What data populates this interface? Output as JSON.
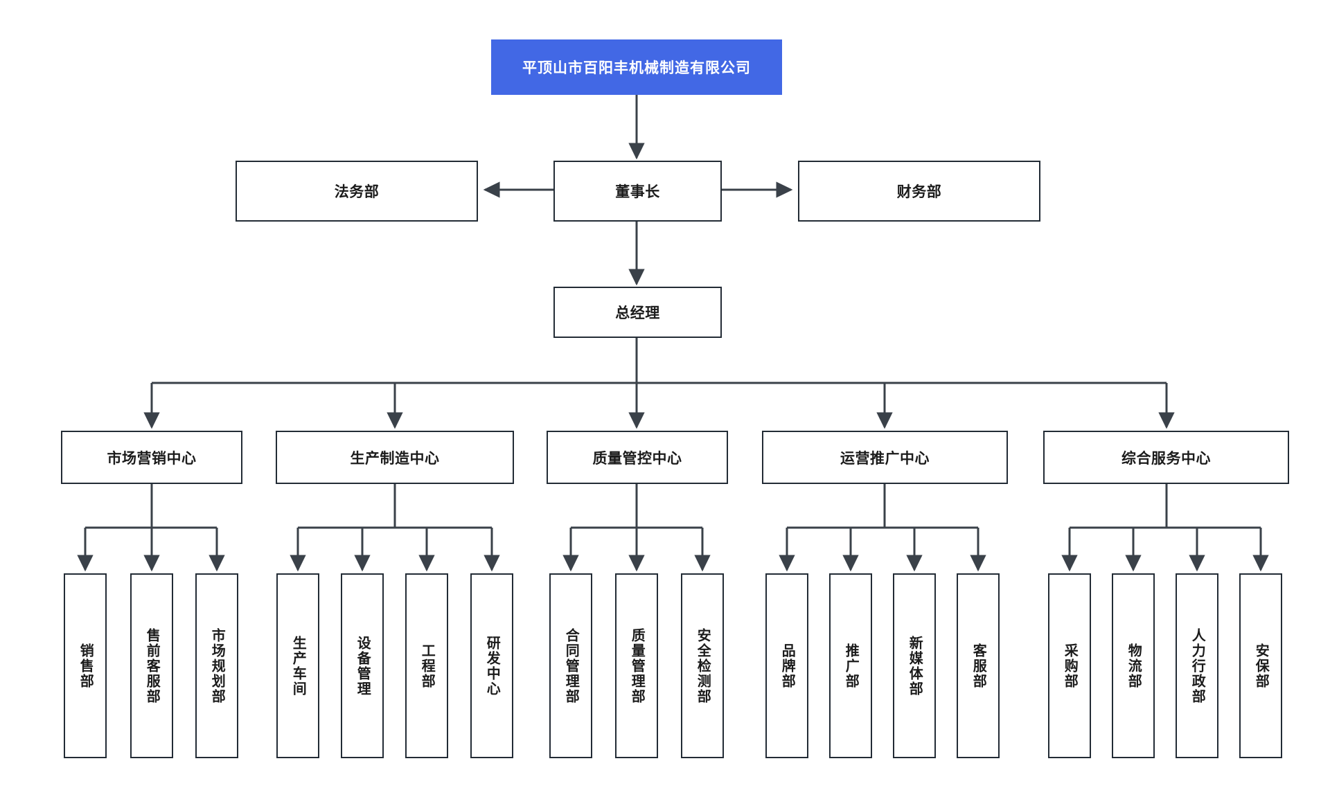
{
  "diagram": {
    "title": "平顶山市百阳丰机械制造有限公司",
    "type": "organizational-chart",
    "colors": {
      "root_fill": "#4268e5",
      "root_text": "#ffffff",
      "node_border": "#222b35",
      "node_fill": "#ffffff",
      "node_text": "#1b1b1b",
      "edge": "#3a4149",
      "background": "#ffffff"
    }
  },
  "root": {
    "label": "平顶山市百阳丰机械制造有限公司"
  },
  "level2": {
    "chairman": {
      "label": "董事长"
    },
    "legal": {
      "label": "法务部"
    },
    "finance": {
      "label": "财务部"
    }
  },
  "level3": {
    "general_manager": {
      "label": "总经理"
    }
  },
  "centers": [
    {
      "id": "marketing",
      "label": "市场营销中心",
      "departments": [
        {
          "label": "销售部"
        },
        {
          "label": "售前客服部"
        },
        {
          "label": "市场规划部"
        }
      ]
    },
    {
      "id": "manufacturing",
      "label": "生产制造中心",
      "departments": [
        {
          "label": "生产车间"
        },
        {
          "label": "设备管理"
        },
        {
          "label": "工程部"
        },
        {
          "label": "研发中心"
        }
      ]
    },
    {
      "id": "quality",
      "label": "质量管控中心",
      "departments": [
        {
          "label": "合同管理部"
        },
        {
          "label": "质量管理部"
        },
        {
          "label": "安全检测部"
        }
      ]
    },
    {
      "id": "operations",
      "label": "运营推广中心",
      "departments": [
        {
          "label": "品牌部"
        },
        {
          "label": "推广部"
        },
        {
          "label": "新媒体部"
        },
        {
          "label": "客服部"
        }
      ]
    },
    {
      "id": "services",
      "label": "综合服务中心",
      "departments": [
        {
          "label": "采购部"
        },
        {
          "label": "物流部"
        },
        {
          "label": "人力行政部"
        },
        {
          "label": "安保部"
        }
      ]
    }
  ]
}
